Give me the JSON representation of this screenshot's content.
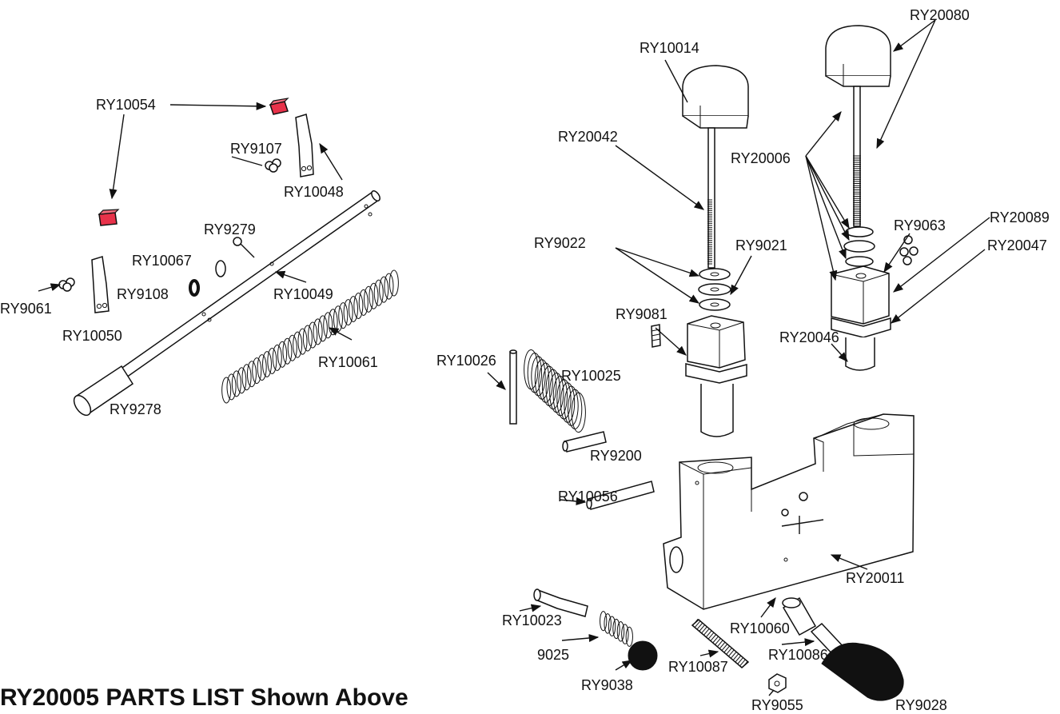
{
  "title": "RY20005 PARTS LIST Shown Above",
  "labels": {
    "ry10054": "RY10054",
    "ry9107": "RY9107",
    "ry10048": "RY10048",
    "ry9279": "RY9279",
    "ry10067": "RY10067",
    "ry9061": "RY9061",
    "ry9108": "RY9108",
    "ry10049": "RY10049",
    "ry10050": "RY10050",
    "ry10061": "RY10061",
    "ry9278": "RY9278",
    "ry10014": "RY10014",
    "ry20080": "RY20080",
    "ry20042": "RY20042",
    "ry20006": "RY20006",
    "ry20089": "RY20089",
    "ry9063": "RY9063",
    "ry9022": "RY9022",
    "ry9021": "RY9021",
    "ry20047": "RY20047",
    "ry9081": "RY9081",
    "ry20046": "RY20046",
    "ry10026": "RY10026",
    "ry10025": "RY10025",
    "ry9200": "RY9200",
    "ry10056": "RY10056",
    "ry20011": "RY20011",
    "ry10023": "RY10023",
    "p9025": "9025",
    "ry10060": "RY10060",
    "ry10086": "RY10086",
    "ry9038": "RY9038",
    "ry10087": "RY10087",
    "ry9055": "RY9055",
    "ry9028": "RY9028"
  },
  "colors": {
    "pad": "#e8324a",
    "ink": "#111111"
  }
}
